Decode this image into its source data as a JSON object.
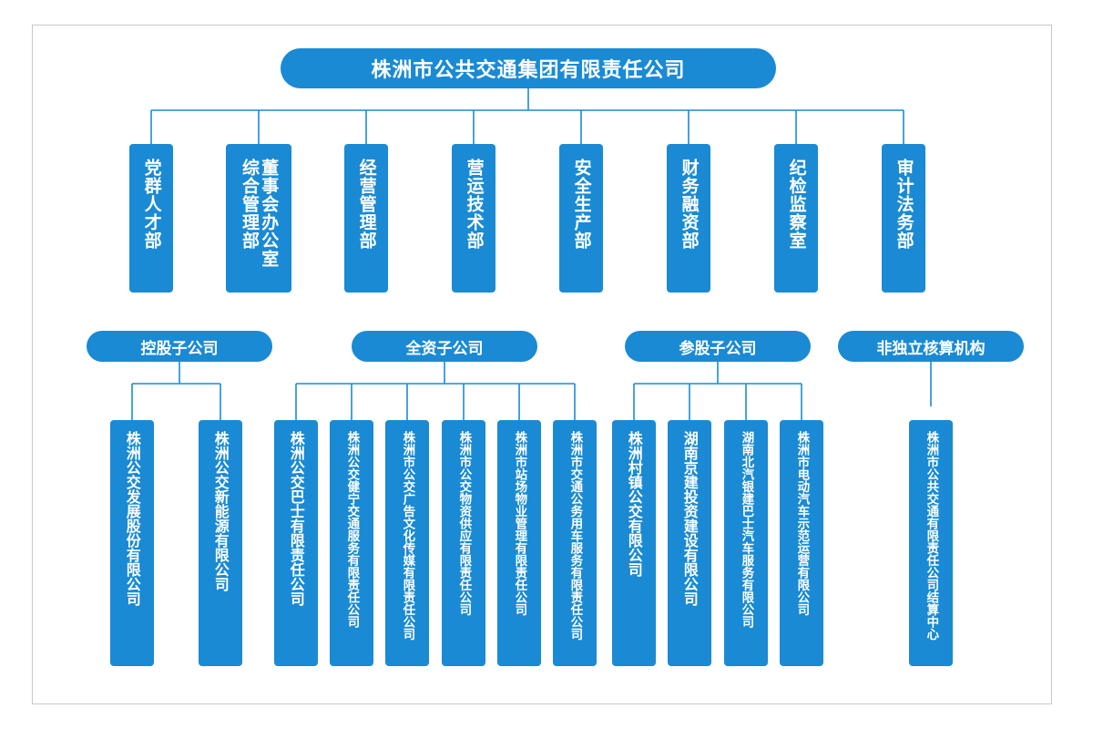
{
  "company": "株洲市公共交通集团有限责任公司",
  "departments": [
    "党群人才部",
    "董事会办公室\n综合管理部",
    "经营管理部",
    "营运技术部",
    "安全生产部",
    "财务融资部",
    "纪检监察室",
    "审计法务部"
  ],
  "categories": {
    "holding": "控股子公司",
    "wholly_owned": "全资子公司",
    "equity": "参股子公司",
    "non_independent": "非独立核算机构"
  },
  "holding_companies": [
    "株洲公交发展股份有限公司",
    "株洲公交新能源有限公司"
  ],
  "wholly_owned_companies": [
    "株洲公交巴士有限责任公司",
    "株洲公交健宁交通服务有限责任公司",
    "株洲市公交广告文化传媒有限责任公司",
    "株洲市公交物资供应有限责任公司",
    "株洲市站场物业管理有限责任公司",
    "株洲市交通公务用车服务有限责任公司"
  ],
  "equity_companies": [
    "株洲村镇公交有限公司",
    "湖南京建投资建设有限公司",
    "湖南北汽银建巴士汽车服务有限公司",
    "株洲市电动汽车示范运营有限公司"
  ],
  "non_independent_units": [
    "株洲市公共交通有限责任公司结算中心"
  ],
  "colors": {
    "box": "#1a8ad4",
    "line": "#1a8ad4",
    "text": "#ffffff",
    "frame": "#c8c8c8"
  }
}
